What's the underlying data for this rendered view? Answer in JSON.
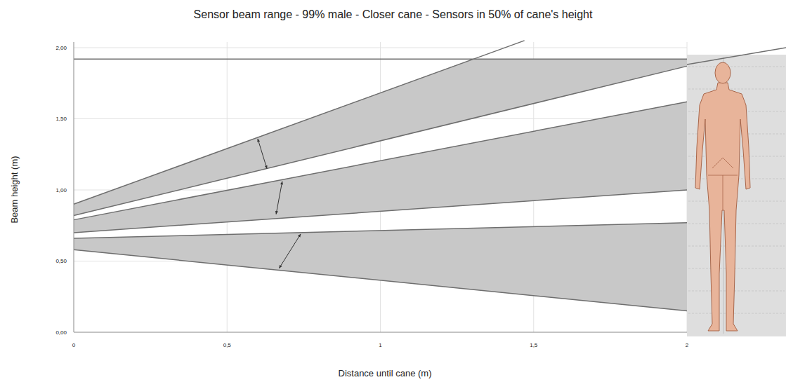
{
  "diagram": {
    "title": "Sensor beam range - 99% male - Closer cane - Sensors in 50% of cane's height",
    "labels": [
      "Beam height (m)",
      "Distance until cane (m)",
      "2,00",
      "1,50",
      "1,00",
      "0,50",
      "0,00",
      "0",
      "0,5",
      "1",
      "1,5",
      "2"
    ]
  }
}
